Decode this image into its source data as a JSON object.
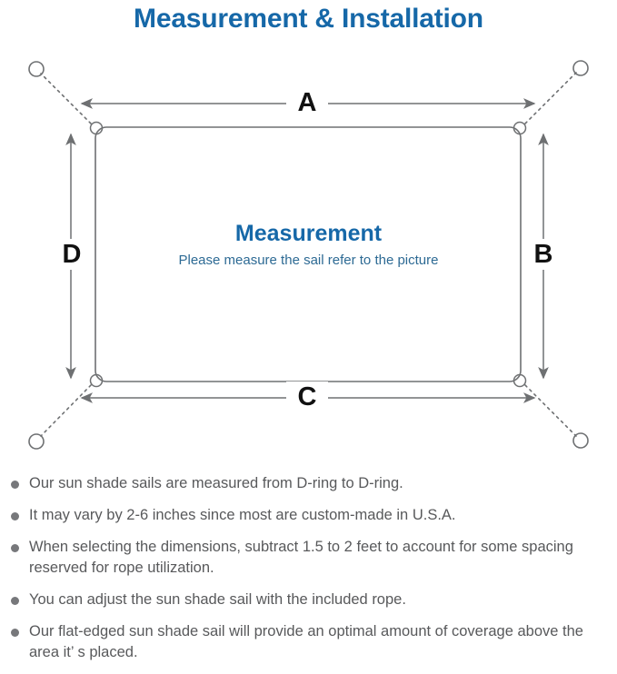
{
  "title": "Measurement & Installation",
  "colors": {
    "title_blue": "#1668a8",
    "subtitle_blue": "#2d6a94",
    "line_gray": "#6e7072",
    "text_gray": "#58595b",
    "bullet_gray": "#77787b"
  },
  "diagram": {
    "center_label": "Measurement",
    "center_sublabel": "Please measure the sail refer to the picture",
    "dimension_labels": {
      "top": "A",
      "right": "B",
      "bottom": "C",
      "left": "D"
    },
    "icons": {
      "d_ring": "d-ring-icon",
      "anchor_point": "anchor-point-icon",
      "rope": "dotted-rope-line-icon",
      "arrow": "double-headed-arrow-icon"
    }
  },
  "notes": [
    "Our sun shade sails are measured from D-ring to D-ring.",
    "It may vary by 2-6 inches since most are custom-made in U.S.A.",
    "When selecting the dimensions, subtract 1.5 to 2 feet to account for some spacing reserved for rope utilization.",
    "You can adjust the sun shade sail with the included rope.",
    "Our flat-edged sun shade sail will provide an optimal amount of coverage above the area it’ s placed."
  ]
}
